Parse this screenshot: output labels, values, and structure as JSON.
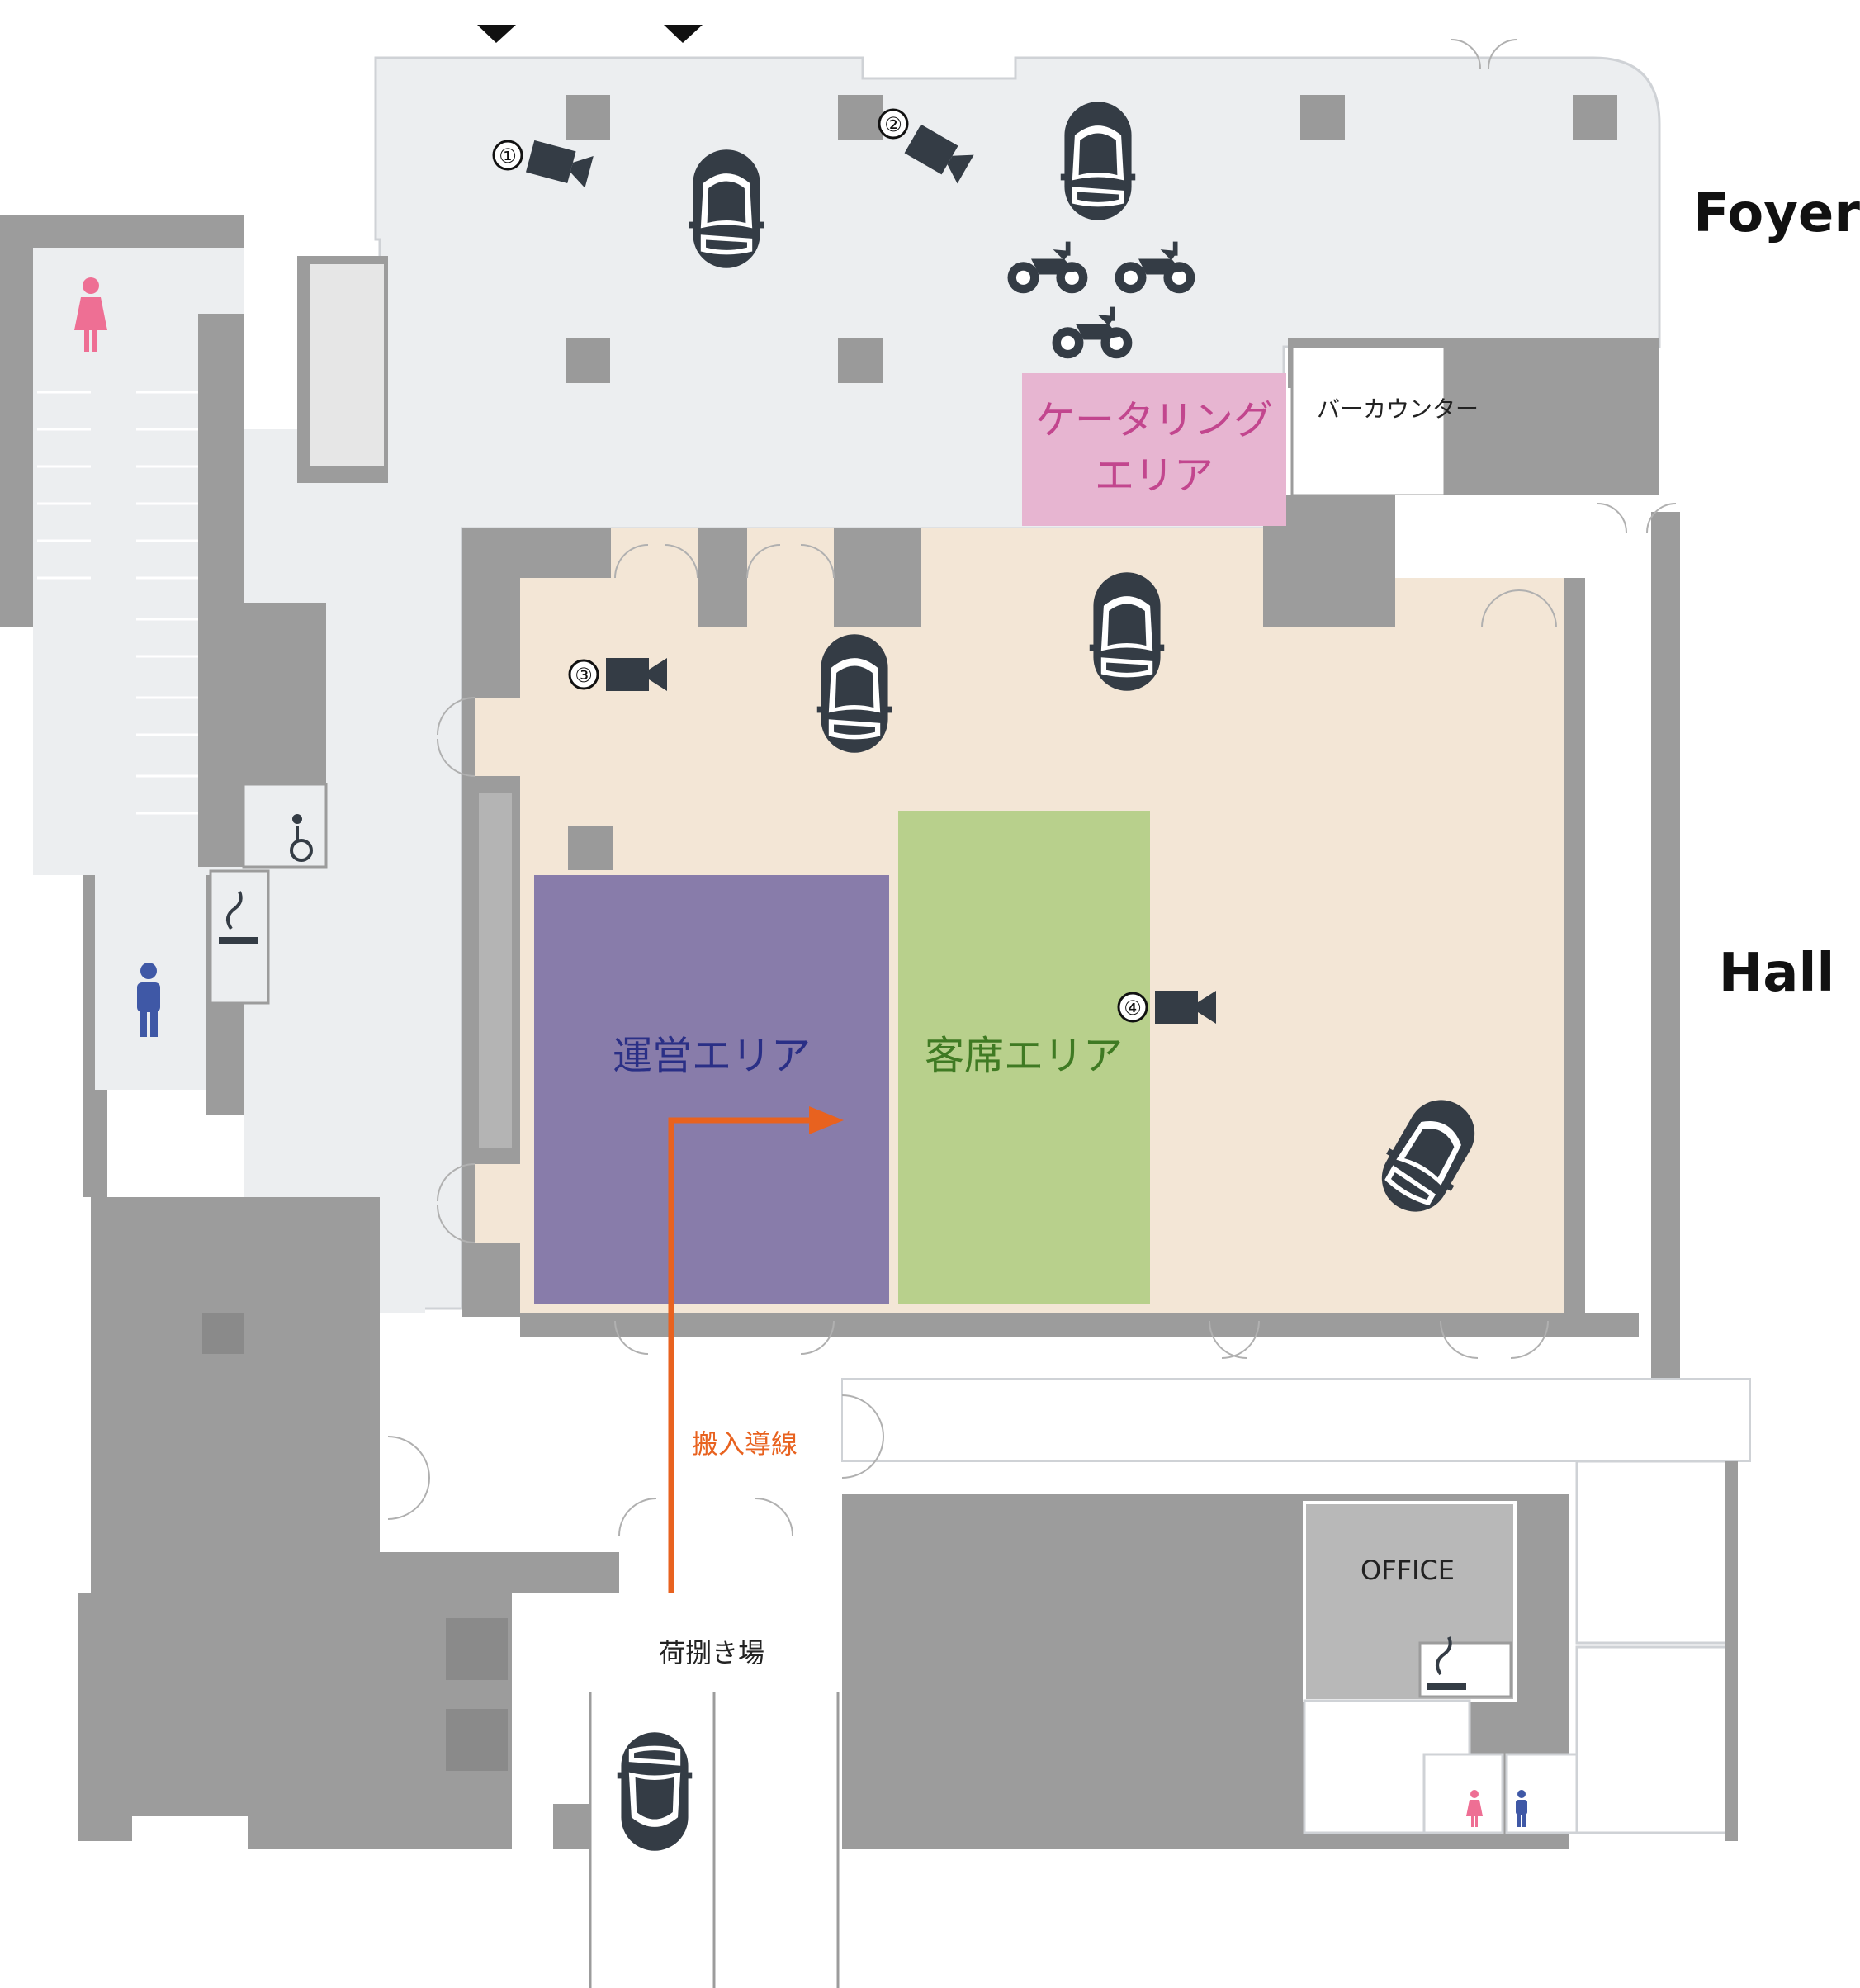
{
  "colors": {
    "foyer_floor": "#eceef0",
    "hall_floor": "#f3e6d6",
    "wall_gray": "#9c9c9c",
    "dark_wall": "#8a8a8a",
    "pillar": "#9a9a9a",
    "ops_area": "#887caa",
    "seat_area": "#b8d08c",
    "catering_area": "#e7b5d1",
    "icon_dark": "#343c45",
    "route_orange": "#e8621f",
    "ops_text": "#2a2f86",
    "seat_text": "#3f7a23",
    "catering_text": "#c2468e",
    "female_icon": "#ee6f94",
    "male_icon": "#3f58a6"
  },
  "labels": {
    "foyer": "Foyer",
    "hall": "Hall",
    "bar_counter": "バーカウンター",
    "catering_line1": "ケータリング",
    "catering_line2": "エリア",
    "ops_area": "運営エリア",
    "seat_area": "客席エリア",
    "loading_route": "搬入導線",
    "loading_dock": "荷捌き場",
    "office": "OFFICE"
  },
  "cameras": [
    "①",
    "②",
    "③",
    "④"
  ],
  "icons": {
    "car": "car-icon",
    "motorcycle": "motorcycle-icon",
    "camera": "video-camera-icon",
    "female": "female-restroom-icon",
    "male": "male-restroom-icon",
    "accessible": "wheelchair-icon",
    "smoking": "smoking-icon",
    "entrance_marker": "triangle-down-icon",
    "route_arrow": "arrow-right-icon"
  }
}
